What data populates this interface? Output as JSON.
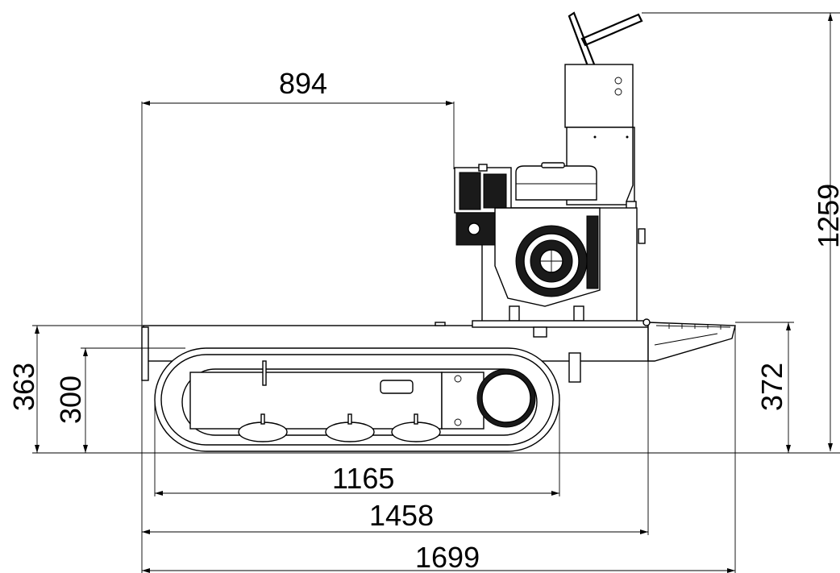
{
  "dimensions": {
    "engine_offset": "894",
    "total_height": "1259",
    "platform_height": "363",
    "track_height": "300",
    "rear_deck_height": "372",
    "track_length": "1165",
    "chassis_length": "1458",
    "overall_length": "1699"
  },
  "colors": {
    "line": "#000000",
    "background": "#ffffff"
  }
}
